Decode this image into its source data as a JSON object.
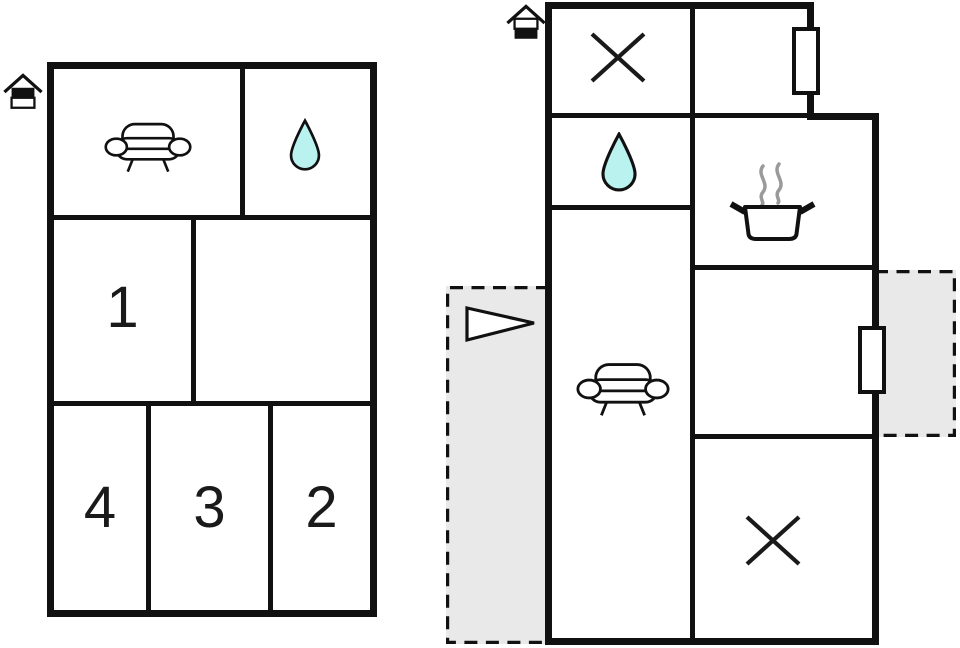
{
  "colors": {
    "background": "#ffffff",
    "wall": "#111111",
    "water_drop_fill": "#baf2f0",
    "outdoor_area_fill": "#e9e9e9",
    "steam": "#9a9a9a"
  },
  "upper_floor": {
    "level_icon": "house-upper-floor",
    "living_room_icon": "sofa",
    "bathroom_icon": "water-drop",
    "rooms": {
      "room1": {
        "label": "1"
      },
      "room2": {
        "label": "2"
      },
      "room3": {
        "label": "3"
      },
      "room4": {
        "label": "4"
      }
    }
  },
  "ground_floor": {
    "level_icon": "house-ground-floor",
    "stairs_top_icon": "cross",
    "bathroom_icon": "water-drop",
    "kitchen_icon": "cooking-pot",
    "living_room_icon": "sofa",
    "stairs_bottom_icon": "cross",
    "entrance_icon": "triangle-pointer",
    "radiator_icon": "radiator",
    "outdoor_area_icon": "dashed-terrace"
  }
}
